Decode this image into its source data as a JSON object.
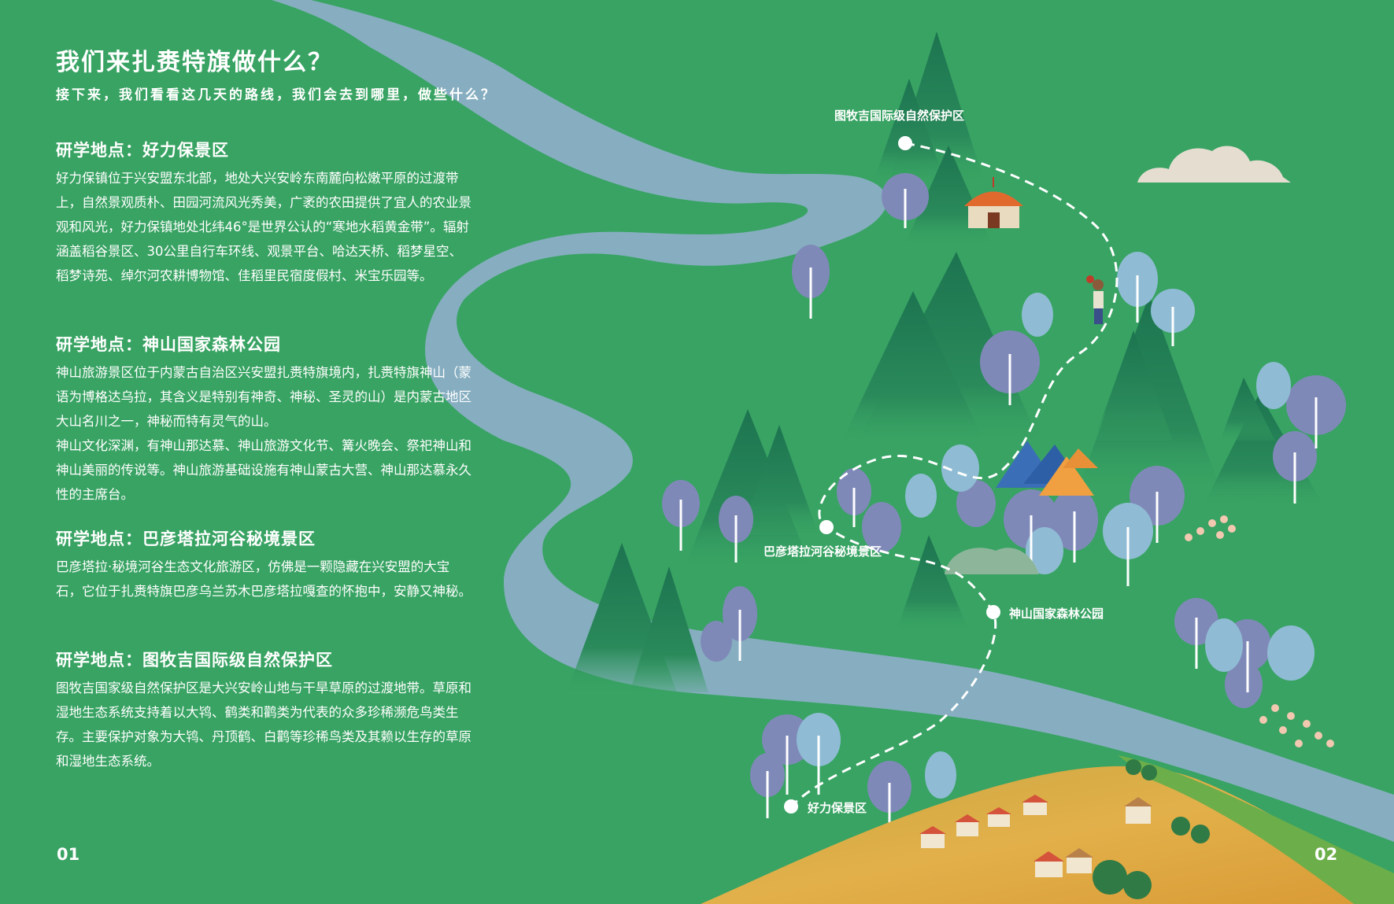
{
  "header": {
    "title": "我们来扎赉特旗做什么？",
    "subtitle": "接下来，我们看看这几天的路线，我们会去到哪里，做些什么？"
  },
  "sections": [
    {
      "heading": "研学地点：好力保景区",
      "paragraphs": [
        "好力保镇位于兴安盟东北部，地处大兴安岭东南麓向松嫩平原的过渡带上，自然景观质朴、田园河流风光秀美，广袤的农田提供了宜人的农业景观和风光，好力保镇地处北纬46°是世界公认的“寒地水稻黄金带”。辐射涵盖稻谷景区、30公里自行车环线、观景平台、哈达天桥、稻梦星空、稻梦诗苑、绰尔河农耕博物馆、佳稻里民宿度假村、米宝乐园等。"
      ]
    },
    {
      "heading": "研学地点：神山国家森林公园",
      "paragraphs": [
        "神山旅游景区位于内蒙古自治区兴安盟扎赉特旗境内，扎赉特旗神山（蒙语为博格达乌拉，其含义是特别有神奇、神秘、圣灵的山）是内蒙古地区大山名川之一，神秘而特有灵气的山。",
        "神山文化深渊，有神山那达慕、神山旅游文化节、篝火晚会、祭祀神山和神山美丽的传说等。神山旅游基础设施有神山蒙古大营、神山那达慕永久性的主席台。"
      ]
    },
    {
      "heading": "研学地点：巴彦塔拉河谷秘境景区",
      "paragraphs": [
        "巴彦塔拉·秘境河谷生态文化旅游区，仿佛是一颗隐藏在兴安盟的大宝石，它位于扎赉特旗巴彦乌兰苏木巴彦塔拉嘎查的怀抱中，安静又神秘。"
      ]
    },
    {
      "heading": "研学地点：图牧吉国际级自然保护区",
      "paragraphs": [
        "图牧吉国家级自然保护区是大兴安岭山地与干旱草原的过渡地带。草原和湿地生态系统支持着以大鸨、鹤类和鹳类为代表的众多珍稀濒危鸟类生存。主要保护对象为大鸨、丹顶鹤、白鹳等珍稀鸟类及其赖以生存的草原和湿地生态系统。"
      ]
    }
  ],
  "map": {
    "labels": {
      "tumuji": "图牧吉国际级自然保护区",
      "bayantala": "巴彦塔拉河谷秘境景区",
      "shenshan": "神山国家森林公园",
      "haolibao": "好力保景区"
    }
  },
  "footer": {
    "left_page": "01",
    "right_page": "02"
  },
  "colors": {
    "background": "#38a363",
    "river": "#8aafc5",
    "mountain": "#1e7a52",
    "tree_purple": "#7f89b8",
    "tree_blue": "#8fbcd4",
    "field": "#e2b04a"
  }
}
